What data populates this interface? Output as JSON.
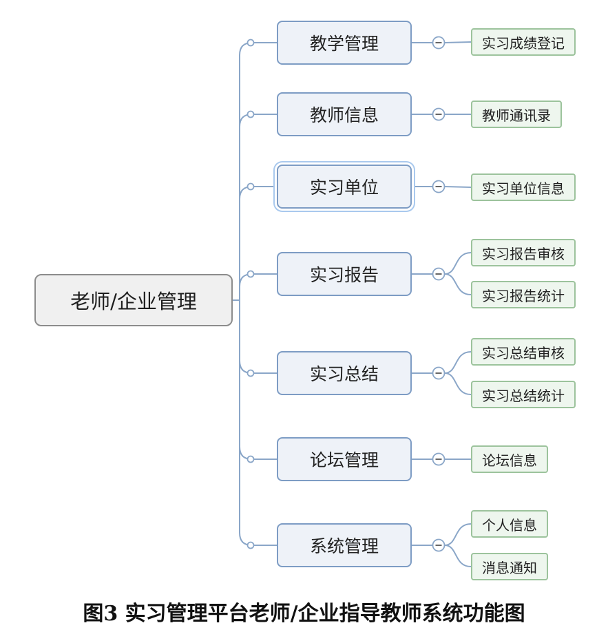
{
  "diagram": {
    "root": {
      "label": "老师/企业管理"
    },
    "branches": [
      {
        "label": "教学管理",
        "children": [
          "实习成绩登记"
        ]
      },
      {
        "label": "教师信息",
        "children": [
          "教师通讯录"
        ]
      },
      {
        "label": "实习单位",
        "selected": true,
        "children": [
          "实习单位信息"
        ]
      },
      {
        "label": "实习报告",
        "children": [
          "实习报告审核",
          "实习报告统计"
        ]
      },
      {
        "label": "实习总结",
        "children": [
          "实习总结审核",
          "实习总结统计"
        ]
      },
      {
        "label": "论坛管理",
        "children": [
          "论坛信息"
        ]
      },
      {
        "label": "系统管理",
        "children": [
          "个人信息",
          "消息通知"
        ]
      }
    ],
    "collapse_icon": "minus-circle-icon",
    "colors": {
      "root_border": "#8c8c8c",
      "branch_border": "#7d9cc4",
      "leaf_border": "#9cc39c",
      "connector": "#8aa6c8",
      "selection": "#a9c9ee"
    }
  },
  "caption": "图3 实习管理平台老师/企业指导教师系统功能图"
}
